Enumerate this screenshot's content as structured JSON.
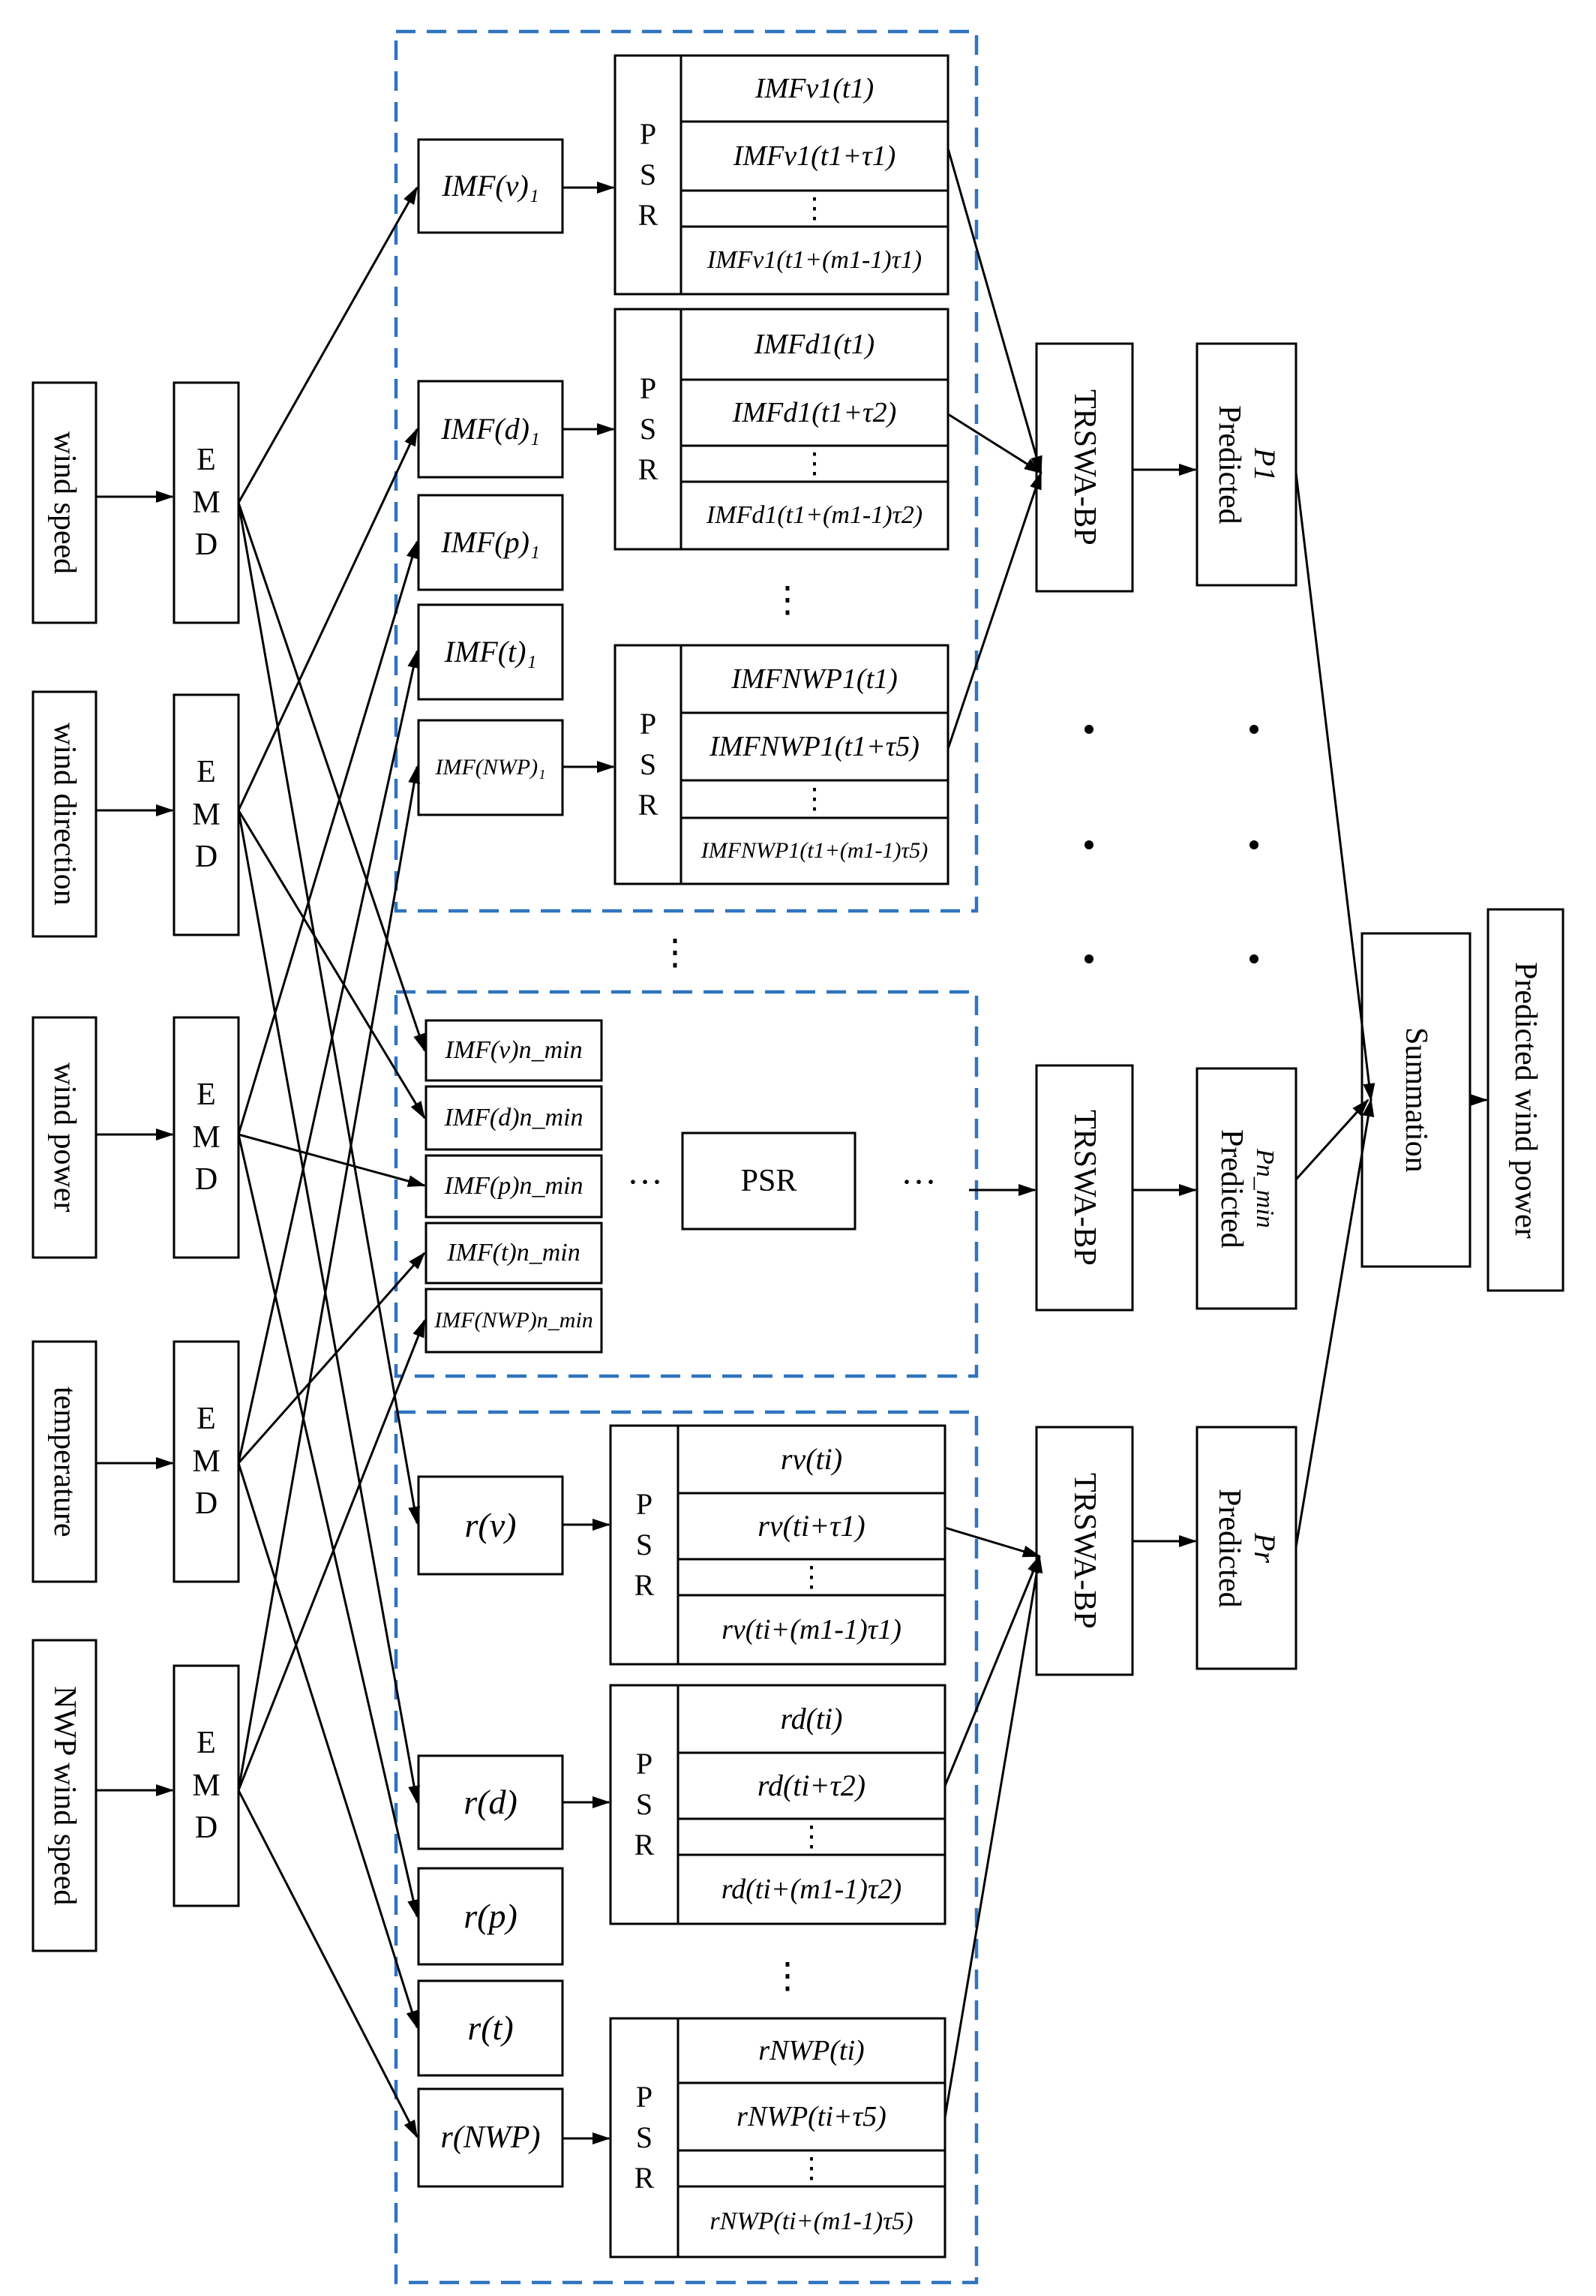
{
  "inputs": [
    "wind speed",
    "wind direction",
    "wind power",
    "temperature",
    "NWP wind speed"
  ],
  "emd_label": "E\nM\nD",
  "psr_vertical": "P\nS\nR",
  "psr_label": "PSR",
  "vdots": "⋮",
  "hdots": "···",
  "top_imfs": [
    "IMF(v)₁",
    "IMF(d)₁",
    "IMF(p)₁",
    "IMF(t)₁",
    "IMF(NWP)₁"
  ],
  "mid_imfs": [
    "IMF(v)n_min",
    "IMF(d)n_min",
    "IMF(p)n_min",
    "IMF(t)n_min",
    "IMF(NWP)n_min"
  ],
  "residues": [
    "r(v)",
    "r(d)",
    "r(p)",
    "r(t)",
    "r(NWP)"
  ],
  "psr_top": [
    [
      "IMFv1(t1)",
      "IMFv1(t1+τ1)",
      "⋮",
      "IMFv1(t1+(m1-1)τ1)"
    ],
    [
      "IMFd1(t1)",
      "IMFd1(t1+τ2)",
      "⋮",
      "IMFd1(t1+(m1-1)τ2)"
    ],
    [
      "IMFNWP1(t1)",
      "IMFNWP1(t1+τ5)",
      "⋮",
      "IMFNWP1(t1+(m1-1)τ5)"
    ]
  ],
  "psr_bottom": [
    [
      "rv(ti)",
      "rv(ti+τ1)",
      "⋮",
      "rv(ti+(m1-1)τ1)"
    ],
    [
      "rd(ti)",
      "rd(ti+τ2)",
      "⋮",
      "rd(ti+(m1-1)τ2)"
    ],
    [
      "rNWP(ti)",
      "rNWP(ti+τ5)",
      "⋮",
      "rNWP(ti+(m1-1)τ5)"
    ]
  ],
  "model_label": "TRSWA-BP",
  "predicted_word": "Predicted",
  "predicted_subs": [
    "P1",
    "Pn_min",
    "Pr"
  ],
  "summation": "Summation",
  "output": "Predicted wind power",
  "colors": {
    "dashed_group": "#2f74c0",
    "line": "#000000"
  }
}
